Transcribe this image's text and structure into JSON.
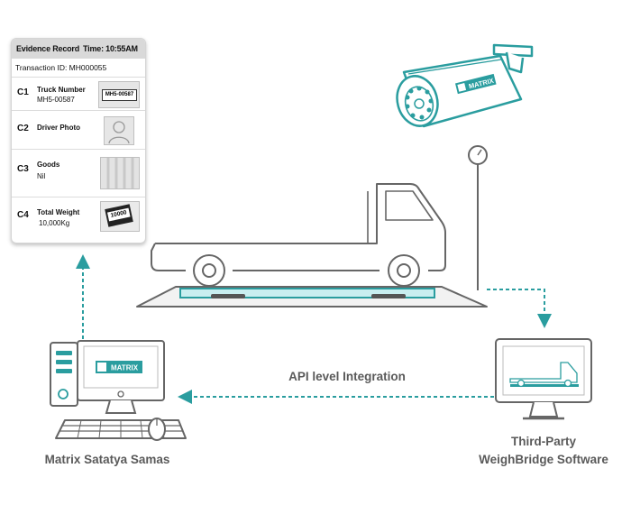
{
  "evidence_card": {
    "title": "Evidence Record",
    "time_label": "Time: 10:55AM",
    "transaction_id": "Transaction ID: MH000055",
    "rows": [
      {
        "code": "C1",
        "label": "Truck Number",
        "value": "MH5-00587",
        "thumb_text": "MH5-00587"
      },
      {
        "code": "C2",
        "label": "Driver Photo",
        "value": ""
      },
      {
        "code": "C3",
        "label": "Goods",
        "value": "Nil"
      },
      {
        "code": "C4",
        "label": "Total Weight",
        "value": "10,000Kg",
        "thumb_text": "10000"
      }
    ]
  },
  "camera": {
    "brand": "MATRIX"
  },
  "integration_label": "API level Integration",
  "matrix_pc": {
    "label": "Matrix Satatya Samas",
    "brand": "MATRIX"
  },
  "third_party": {
    "label_line1": "Third-Party",
    "label_line2": "WeighBridge Software"
  },
  "colors": {
    "accent": "#2a9d9f",
    "line": "#5a5a5a",
    "stroke_gray": "#666666",
    "text": "#555555"
  }
}
